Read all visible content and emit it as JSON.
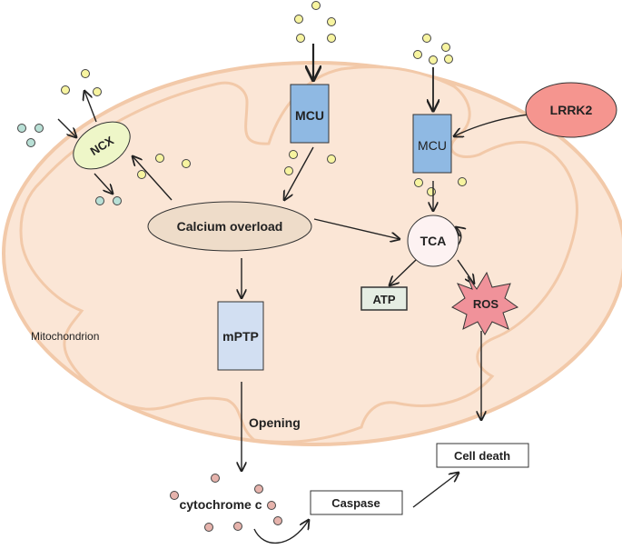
{
  "labels": {
    "mcu_left": "MCU",
    "mcu_right": "MCU",
    "lrrk2": "LRRK2",
    "ncx": "NCX",
    "calcium_overload": "Calcium overload",
    "tca": "TCA",
    "atp": "ATP",
    "ros": "ROS",
    "mptp": "mPTP",
    "mitochondrion": "Mitochondrion",
    "opening": "Opening",
    "cell_death": "Cell death",
    "cytochrome_c": "cytochrome c",
    "caspase": "Caspase"
  },
  "colors": {
    "mito_fill": "#fbe6d6",
    "mito_stroke": "#f2c9a9",
    "calcium": "#f7f4a0",
    "sodium": "#b9e0d6",
    "cyto": "#e6b3ac",
    "mcu": "#8fb9e3",
    "mptp": "#d2dff2",
    "lrrk2": "#f5958f",
    "ncx": "#eef6c8",
    "calcium_overload": "#eedcc9",
    "tca": "#fdf2f2",
    "atp": "#e5ede3",
    "ros": "#f0929a"
  }
}
